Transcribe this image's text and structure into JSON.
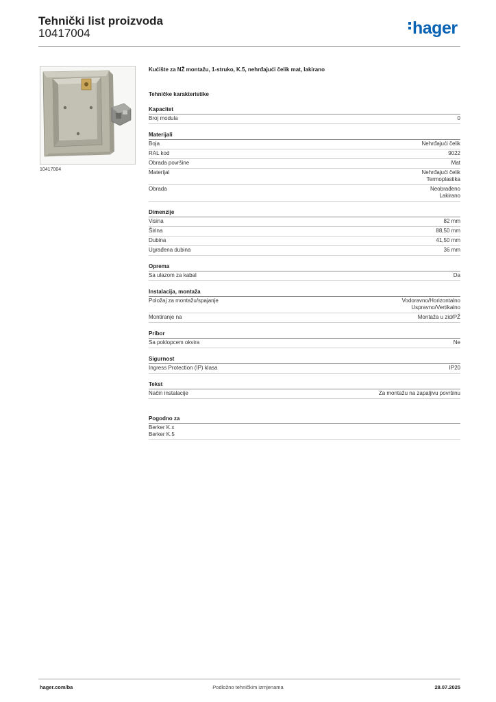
{
  "header": {
    "title": "Tehnički list proizvoda",
    "code": "10417004",
    "logo_text": "hager"
  },
  "image": {
    "caption": "10417004"
  },
  "product": {
    "name": "Kućište za NŽ montažu, 1-struko, K.5, nehrđajući čelik mat, lakirano",
    "tech_heading": "Tehničke karakteristike"
  },
  "sections": [
    {
      "title": "Kapacitet",
      "rows": [
        {
          "k": "Broj modula",
          "v": [
            "0"
          ]
        }
      ]
    },
    {
      "title": "Materijali",
      "rows": [
        {
          "k": "Boja",
          "v": [
            "Nehrđajući čelik"
          ]
        },
        {
          "k": "RAL kod",
          "v": [
            "9022"
          ]
        },
        {
          "k": "Obrada površine",
          "v": [
            "Mat"
          ]
        },
        {
          "k": "Materijal",
          "v": [
            "Nehrđajući čelik",
            "Termoplastika"
          ]
        },
        {
          "k": "Obrada",
          "v": [
            "Neobrađeno",
            "Lakirano"
          ]
        }
      ]
    },
    {
      "title": "Dimenzije",
      "rows": [
        {
          "k": "Visina",
          "v": [
            "82 mm"
          ]
        },
        {
          "k": "Širina",
          "v": [
            "88,50 mm"
          ]
        },
        {
          "k": "Dubina",
          "v": [
            "41,50 mm"
          ]
        },
        {
          "k": "Ugrađena dubina",
          "v": [
            "36 mm"
          ]
        }
      ]
    },
    {
      "title": "Oprema",
      "rows": [
        {
          "k": "Sa ulazom za kabal",
          "v": [
            "Da"
          ]
        }
      ]
    },
    {
      "title": "Instalacija, montaža",
      "rows": [
        {
          "k": "Položaj za montažu/spajanje",
          "v": [
            "Vodoravno/Horizontalno",
            "Uspravno/Vertikalno"
          ]
        },
        {
          "k": "Montiranje na",
          "v": [
            "Montaža u zid/PŽ"
          ]
        }
      ]
    },
    {
      "title": "Pribor",
      "rows": [
        {
          "k": "Sa poklopcem okvira",
          "v": [
            "Ne"
          ]
        }
      ]
    },
    {
      "title": "Sigurnost",
      "rows": [
        {
          "k": "Ingress Protection (IP) klasa",
          "v": [
            "IP20"
          ]
        }
      ]
    },
    {
      "title": "Tekst",
      "rows": [
        {
          "k": "Način instalacije",
          "v": [
            "Za montažu na zapaljivu površinu"
          ]
        }
      ]
    }
  ],
  "compat": {
    "title": "Pogodno za",
    "items": [
      "Berker K.x",
      "Berker K.5"
    ]
  },
  "footer": {
    "left": "hager.com/ba",
    "center": "Podložno tehničkim izmjenama",
    "right": "28.07.2025"
  },
  "colors": {
    "brand": "#0a62b3"
  }
}
